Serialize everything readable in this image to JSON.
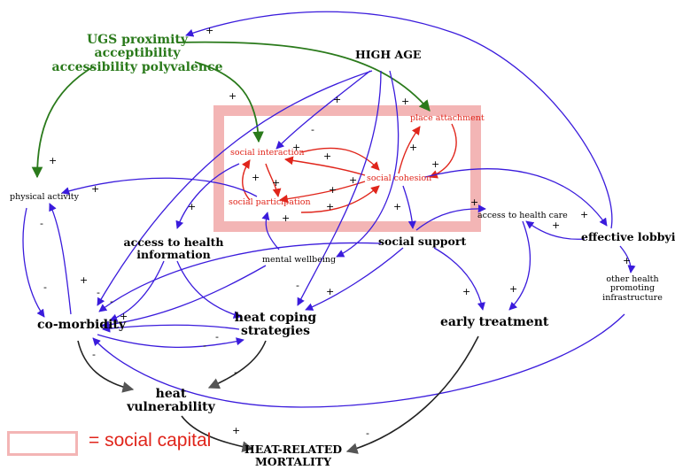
{
  "nodes": {
    "ugs": [
      "UGS proximity",
      "acceptibility",
      "accessibility polyvalence"
    ],
    "high_age": "HIGH AGE",
    "place_attachment": "place attachment",
    "social_interaction": "social interaction",
    "social_cohesion": "social cohesion",
    "social_participation": "social participation",
    "physical_activity": "physical activity",
    "access_health_info": [
      "access to health",
      "information"
    ],
    "mental_wellbeing": "mental wellbeing",
    "social_support": "social support",
    "access_health_care": "access to health care",
    "effective_lobbying": "effective lobbying",
    "other_infra": [
      "other health",
      "promoting",
      "infrastructure"
    ],
    "comorbidity": "co-morbidity",
    "heat_coping": [
      "heat coping",
      "strategies"
    ],
    "early_treatment": "early treatment",
    "heat_vulnerability": [
      "heat",
      "vulnerability"
    ],
    "heat_mortality": [
      "HEAT-RELATED",
      "MORTALITY"
    ]
  },
  "legend": {
    "label": "= social capital"
  },
  "colors": {
    "red": "#e0251b",
    "green": "#2a7a1b",
    "blue": "#3a1bdc",
    "dark": "#222222",
    "capital_box": "#f3b5b5"
  }
}
